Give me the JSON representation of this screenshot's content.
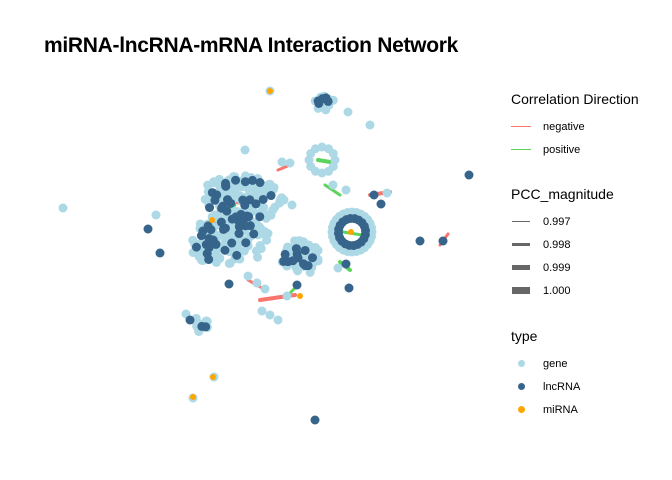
{
  "title": "miRNA-lncRNA-mRNA Interaction Network",
  "legends": {
    "direction": {
      "title": "Correlation Direction",
      "items": [
        {
          "label": "negative",
          "color": "#F8766D"
        },
        {
          "label": "positive",
          "color": "#5BD45B"
        }
      ]
    },
    "magnitude": {
      "title": "PCC_magnitude",
      "items": [
        {
          "label": "0.997",
          "width": 1
        },
        {
          "label": "0.998",
          "width": 2
        },
        {
          "label": "0.999",
          "width": 3
        },
        {
          "label": "1.000",
          "width": 4
        }
      ]
    },
    "type": {
      "title": "type",
      "items": [
        {
          "label": "gene",
          "color": "#ADD8E6"
        },
        {
          "label": "lncRNA",
          "color": "#36648B"
        },
        {
          "label": "miRNA",
          "color": "#FFA500"
        }
      ]
    }
  }
}
